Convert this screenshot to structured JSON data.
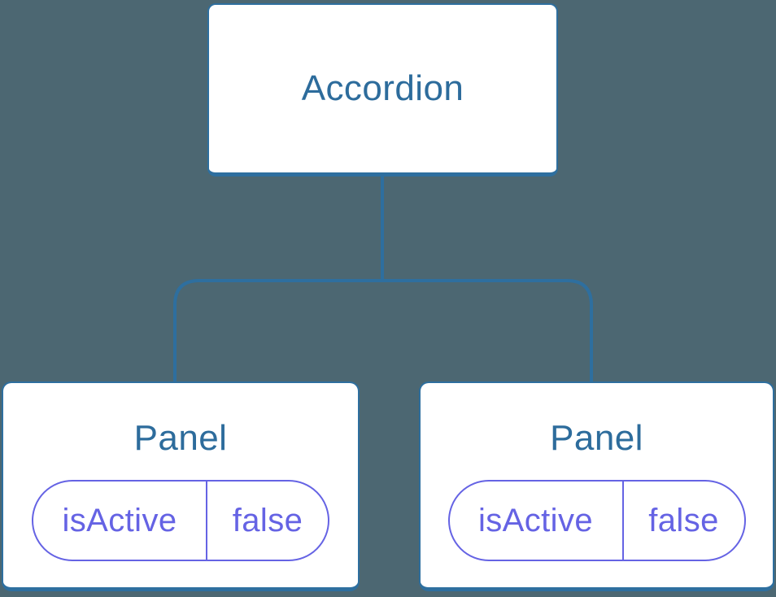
{
  "theme": {
    "background": "#4c6772",
    "node_fill": "#ffffff",
    "line_color": "#2e6f9f",
    "node_label_color": "#2d6c9c",
    "state_color": "#6563e4"
  },
  "tree": {
    "root": {
      "label": "Accordion"
    },
    "children": [
      {
        "label": "Panel",
        "state": {
          "key": "isActive",
          "value": "false"
        }
      },
      {
        "label": "Panel",
        "state": {
          "key": "isActive",
          "value": "false"
        }
      }
    ]
  }
}
